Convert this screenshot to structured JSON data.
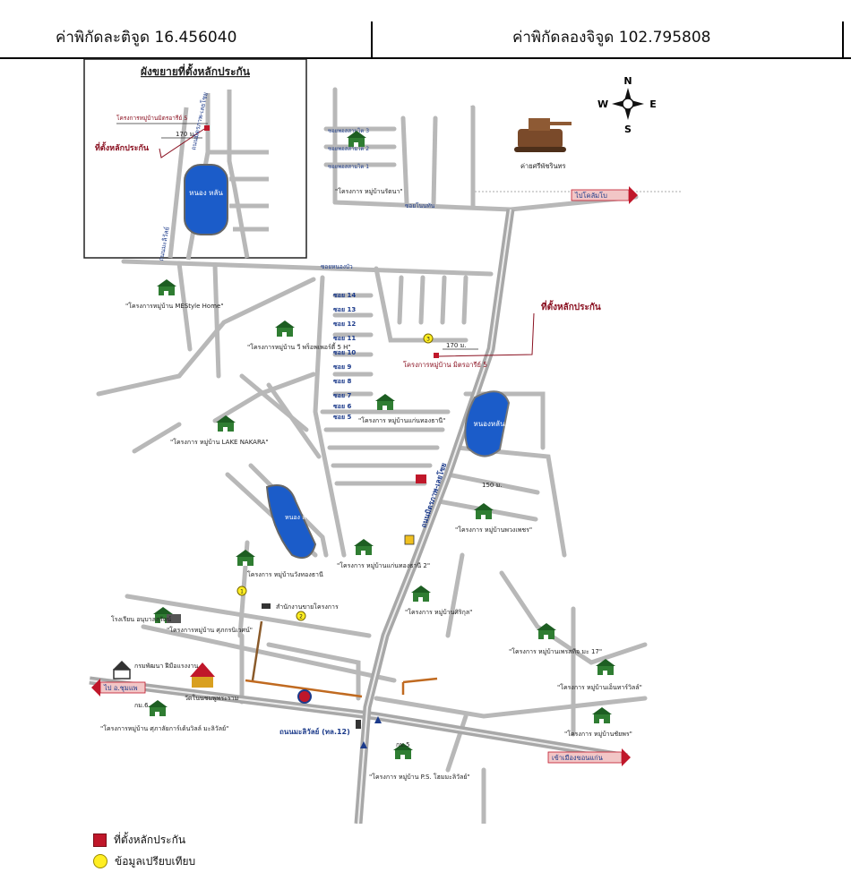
{
  "header": {
    "latitude": "ค่าพิกัดละติจูด 16.456040",
    "longitude": "ค่าพิกัดลองจิจูด 102.795808"
  },
  "inset": {
    "title": "ผังขยายที่ตั้งหลักประกัน",
    "project_label": "โครงการหมู่บ้านมิตรอารีย์ 5",
    "distance": "170 ม.",
    "collateral": "ที่ตั้งหลักประกัน",
    "road_vertical": "ถนนมิตรภาพ-เลยโซย",
    "road_left": "ถนนมะลิวัลย์",
    "lake": "หนอง หลัน"
  },
  "compass": {
    "n": "N",
    "s": "S",
    "e": "E",
    "w": "W"
  },
  "places": {
    "camp": "ค่ายศรีพัชรินทร",
    "to_nongbualamphu": "ไปโคลัมโบ",
    "to_chumphae": "ไป อ.ชุมแพ",
    "to_khonkaen": "เข้าเมืองขอนแก่น",
    "collateral": "ที่ตั้งหลักประกัน",
    "project_mitr": "โครงการหมู่บ้าน มิตรอารีย์ 5",
    "distance_main": "170 ม.",
    "distance_2": "150 ม.",
    "lake_main": "หนองหลัน",
    "lake_2": "หนอง สาม",
    "road_malivan": "ถนนมะลิวัลย์ (ทล.12)",
    "road_mitr": "ถนนมิตรภาพ-เลยโซย",
    "school": "โรงเรียน อนุบาลสุรัตน์",
    "dept_skill": "กรมพัฒนา ฝีมือแรงงาน",
    "temple": "วัดโนนชมพูพระราม",
    "office": "สำนักงานขายโครงการ",
    "km6": "กม.6",
    "km5": "กม.5",
    "soi_top": "ซอยโนนทัน",
    "soi_mid": "ซอยหนองบัว"
  },
  "projects": [
    "\"โครงการ หมู่บ้านรัตนา\"",
    "\"โครงการหมู่บ้าน MEStyle Home\"",
    "\"โครงการหมู่บ้าน วี พร็อพเพอร์ตี้ 5 H\"",
    "\"โครงการ หมู่บ้าน LAKE NAKARA\"",
    "\"โครงการ หมู่บ้านแก่นทองธานี\"",
    "\"โครงการ หมู่บ้านพวงเพชร\"",
    "โครงการ หมู่บ้านวังทองธานี",
    "\"โครงการ หมู่บ้านแก่นทองธานี 2\"",
    "\"โครงการ หมู่บ้านศิริกุล\"",
    "\"โครงการหมู่บ้าน ศุภกรนิเวศน์\"",
    "\"โครงการหมู่บ้าน ศุภาลัยการ์เด้นวิลล์ มะลิวัลย์\"",
    "\"โครงการ หมู่บ้านเพรสทีจ มะ 17\"",
    "\"โครงการ หมู่บ้านเอ็นทาร์วิลล์\"",
    "\"โครงการ หมู่บ้านชัยพร\"",
    "\"โครงการ หมู่บ้าน P.S. โฮมมะลิวัลย์\""
  ],
  "soi_upper": [
    "ซอยพอสสามไต 3",
    "ซอยพอสสามไต 2",
    "ซอยพอสสามไต 1"
  ],
  "soi_numbers": [
    "ซอย 14",
    "ซอย 13",
    "ซอย 12",
    "ซอย 11",
    "ซอย 10",
    "ซอย 9",
    "ซอย 8",
    "ซอย 7",
    "ซอย 6",
    "ซอย 5"
  ],
  "comparables": [
    "1",
    "2",
    "3"
  ],
  "legend": {
    "collateral": "ที่ตั้งหลักประกัน",
    "comparable": "ข้อมูลเปรียบเทียบ"
  },
  "colors": {
    "collateral": "#c0172a",
    "comparable": "#ffee22",
    "lake": "#1b5cc9",
    "road": "#b8b8b8",
    "label_dark_red": "#8a1020"
  }
}
